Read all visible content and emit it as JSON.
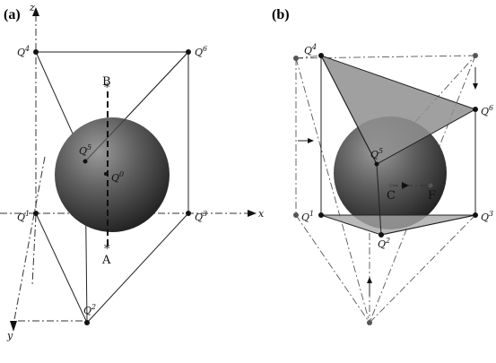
{
  "panels": {
    "a": {
      "label": "(a)",
      "axes": {
        "z": "z",
        "x": "x",
        "y": "y"
      },
      "points": {
        "q1": "Q",
        "q1_sup": "1",
        "q2": "Q",
        "q2_sup": "2",
        "q3": "Q",
        "q3_sup": "3",
        "q4": "Q",
        "q4_sup": "4",
        "q5": "Q",
        "q5_sup": "5",
        "q6": "Q",
        "q6_sup": "6",
        "q0": "Q",
        "q0_sup": "0"
      },
      "line_ends": {
        "a": "A",
        "b": "B"
      }
    },
    "b": {
      "label": "(b)",
      "points": {
        "q1": "Q",
        "q1_sup": "1",
        "q2": "Q",
        "q2_sup": "2",
        "q3": "Q",
        "q3_sup": "3",
        "q4": "Q",
        "q4_sup": "4",
        "q5": "Q",
        "q5_sup": "5",
        "q6": "Q",
        "q6_sup": "6",
        "c": "C",
        "f": "F"
      }
    }
  },
  "colors": {
    "sphere_light": "#8a8a8a",
    "sphere_dark": "#262626",
    "face_fill": "#9a9a9a"
  }
}
